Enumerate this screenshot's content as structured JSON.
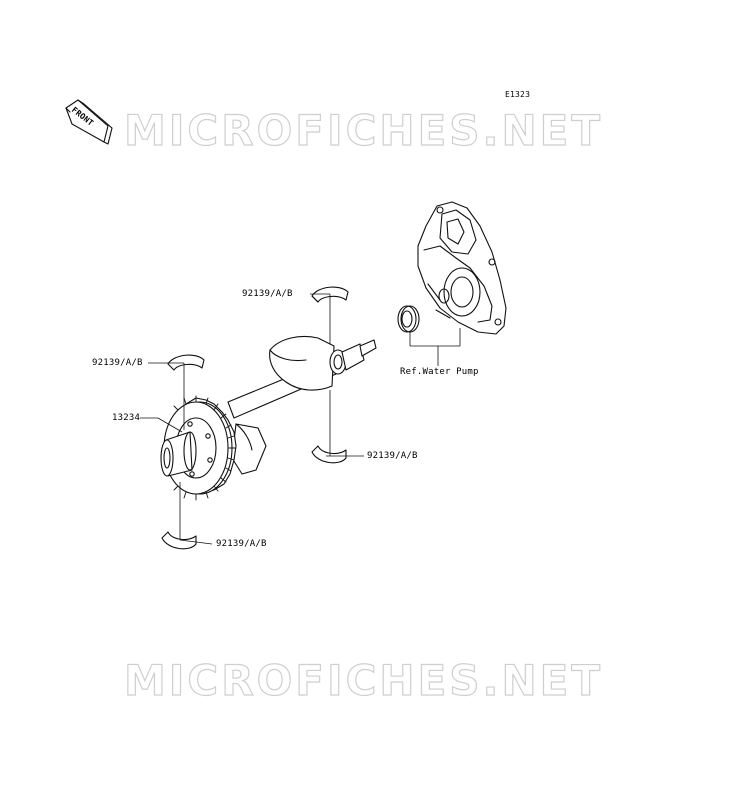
{
  "diagram_code": "E1323",
  "watermark": "MICROFICHES.NET",
  "front_label": "FRONT",
  "labels": {
    "bearing_top": "92139/A/B",
    "bearing_left": "92139/A/B",
    "gear": "13234",
    "bearing_right": "92139/A/B",
    "bearing_bottom": "92139/A/B",
    "water_pump": "Ref.Water Pump"
  }
}
